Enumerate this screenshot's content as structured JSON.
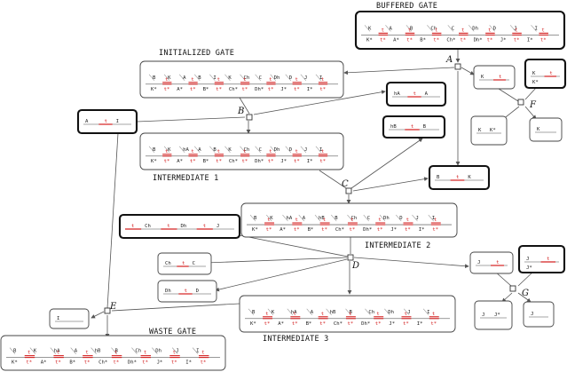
{
  "titles": {
    "buffered_gate": "BUFFERED GATE",
    "initialized_gate": "INITIALIZED GATE",
    "intermediate_1": "INTERMEDIATE 1",
    "intermediate_2": "INTERMEDIATE 2",
    "intermediate_3": "INTERMEDIATE 3",
    "waste_gate": "WASTE GATE"
  },
  "junctions": {
    "A": "A",
    "B": "B",
    "C": "C",
    "D": "D",
    "E": "E",
    "F": "F",
    "G": "G"
  },
  "toehold": "t",
  "toehold_comp": "t*",
  "gates": {
    "buffered": {
      "top": [
        "K",
        "A",
        "B",
        "Ch",
        "C",
        "Dh",
        "D",
        "J",
        "I"
      ],
      "bottom": [
        "K*",
        "A*",
        "B*",
        "Ch*",
        "Dh*",
        "J*",
        "I*"
      ]
    },
    "initialized": {
      "top": [
        "B",
        "K",
        "A",
        "B",
        "I",
        "K",
        "Ch",
        "C",
        "Dh",
        "D",
        "J",
        "I"
      ],
      "bottom": [
        "K*",
        "A*",
        "B*",
        "Ch*",
        "Dh*",
        "J*",
        "I*"
      ]
    },
    "intermediate1": {
      "top": [
        "B",
        "K",
        "hA",
        "A",
        "B",
        "K",
        "Ch",
        "C",
        "Dh",
        "D",
        "J",
        "I"
      ],
      "bottom": [
        "K*",
        "A*",
        "B*",
        "Ch*",
        "Dh*",
        "J*",
        "I*"
      ]
    },
    "intermediate2": {
      "top": [
        "B",
        "K",
        "hA",
        "A",
        "hB",
        "B",
        "Ch",
        "C",
        "Dh",
        "D",
        "J",
        "I"
      ],
      "bottom": [
        "K*",
        "A*",
        "B*",
        "Ch*",
        "Dh*",
        "J*",
        "I*"
      ]
    },
    "intermediate3": {
      "top": [
        "B",
        "K",
        "hA",
        "A",
        "hB",
        "B",
        "Ch",
        "Dh",
        "J",
        "I"
      ],
      "bottom": [
        "K*",
        "A*",
        "B*",
        "Ch*",
        "Dh*",
        "J*",
        "I*"
      ]
    },
    "waste": {
      "top": [
        "B",
        "K",
        "hA",
        "A",
        "hB",
        "B",
        "Ch",
        "Dh",
        "J",
        "I"
      ],
      "bottom": [
        "K*",
        "A*",
        "B*",
        "Ch*",
        "Dh*",
        "J*",
        "I*"
      ]
    }
  },
  "strands": {
    "input_AtI": [
      "A",
      "t",
      "I"
    ],
    "hA_t_A": [
      "hA",
      "t",
      "A"
    ],
    "hB_t_B": [
      "hB",
      "t",
      "B"
    ],
    "B_t_K": [
      "B",
      "t",
      "K"
    ],
    "t_Ch_t_Dh_t_J": [
      "t",
      "Ch",
      "t",
      "Dh",
      "t",
      "J"
    ],
    "Ch_t_C": [
      "Ch",
      "t",
      "C"
    ],
    "Dh_t_D": [
      "Dh",
      "t",
      "D"
    ],
    "I_strand": [
      "I"
    ],
    "K_t": [
      "K",
      "t"
    ],
    "K_Kstar": [
      "K",
      "K*"
    ],
    "K_Kstar_t": [
      "K",
      "K*"
    ],
    "K_single": [
      "K"
    ],
    "J_t": [
      "J",
      "t"
    ],
    "J_Jstar": [
      "J",
      "J*"
    ],
    "J_Jstar_t": [
      "J",
      "J*"
    ],
    "J_single": [
      "J"
    ]
  }
}
